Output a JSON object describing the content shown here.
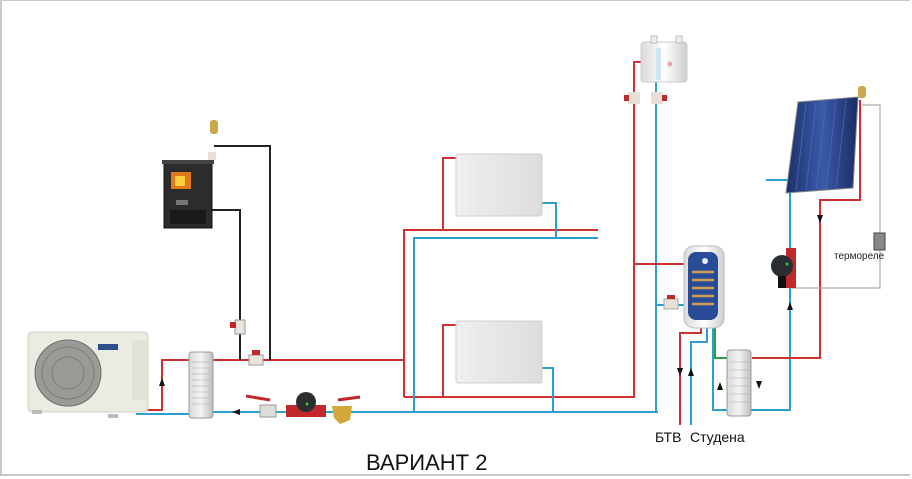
{
  "diagram": {
    "title": "ВАРИАНТ 2",
    "labels": {
      "hot_water": "БТВ",
      "cold_water": "Студена",
      "thermostat": "термореле"
    },
    "components": [
      "heat-pump-outdoor-unit",
      "plate-heat-exchanger-main",
      "wood-stove",
      "radiator-upper",
      "radiator-lower",
      "expansion-tank",
      "water-heater-boiler",
      "plate-heat-exchanger-dhw",
      "solar-collector",
      "solar-circulation-pump",
      "thermostat-relay",
      "main-circulation-pump",
      "strainer-valve"
    ],
    "colors": {
      "supply": "#d03030",
      "return": "#2a9fd0",
      "stove_line": "#222222",
      "dhw_coil": "#2aa040",
      "sensor_line": "#aaaaaa"
    }
  }
}
